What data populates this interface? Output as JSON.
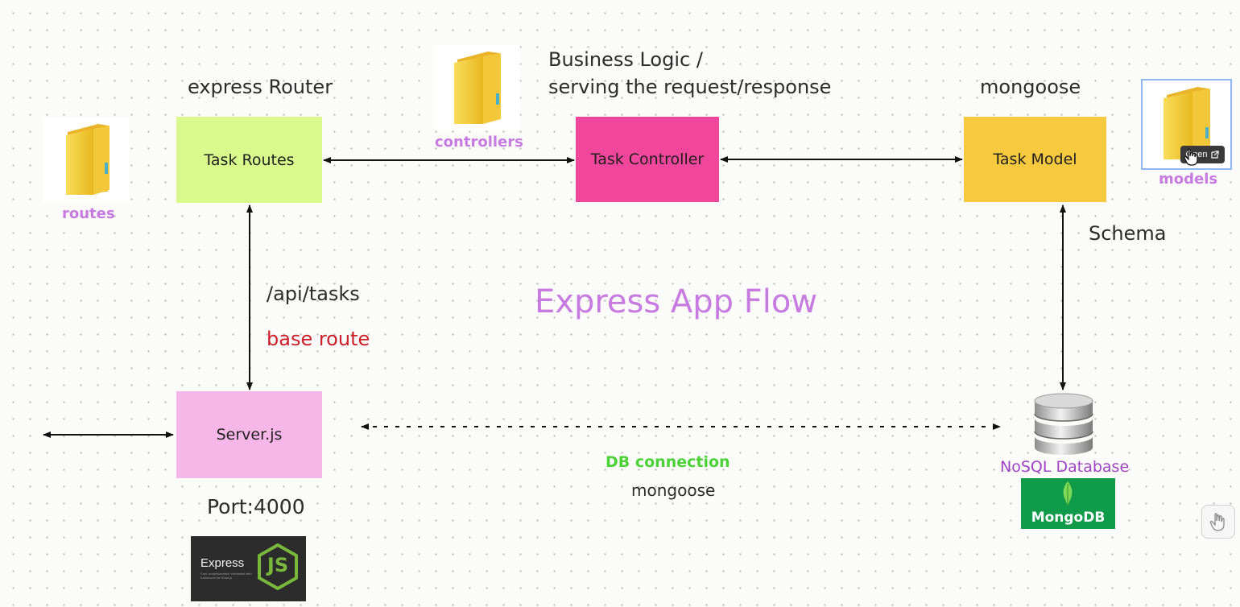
{
  "title": "Express App Flow",
  "annotations": {
    "express_router": "express Router",
    "business_logic_line1": "Business Logic /",
    "business_logic_line2": "serving the request/response",
    "mongoose_top": "mongoose",
    "schema": "Schema",
    "api_tasks": "/api/tasks",
    "base_route": "base route",
    "db_connection": "DB connection",
    "mongoose_bottom": "mongoose",
    "port": "Port:4000",
    "nosql_database": "NoSQL Database"
  },
  "boxes": {
    "task_routes": "Task Routes",
    "task_controller": "Task Controller",
    "task_model": "Task Model",
    "server_js": "Server.js"
  },
  "folders": {
    "routes": "routes",
    "controllers": "controllers",
    "models": "models"
  },
  "logos": {
    "express": "Express",
    "express_tagline": "Fast, unopinionated, minimalist web framework for Node.js",
    "nodejs_mark": "JS",
    "mongodb": "MongoDB"
  },
  "tooltip": {
    "open": "Open"
  },
  "colors": {
    "task_routes": "#d9f98c",
    "task_controller": "#f0479c",
    "task_model": "#f7c93e",
    "server_js": "#f6b6e8",
    "title": "#c77be0",
    "folder_caption": "#c77be0",
    "base_route": "#cc1f2a",
    "db_connection": "#4cd137",
    "nosql_database": "#a044c4",
    "mongodb_bg": "#0f9b4a"
  },
  "icons": [
    "folder-icon",
    "database-icon",
    "mongodb-leaf-icon",
    "nodejs-hex-icon",
    "external-link-icon",
    "hand-cursor-icon",
    "hand-tool-icon"
  ]
}
